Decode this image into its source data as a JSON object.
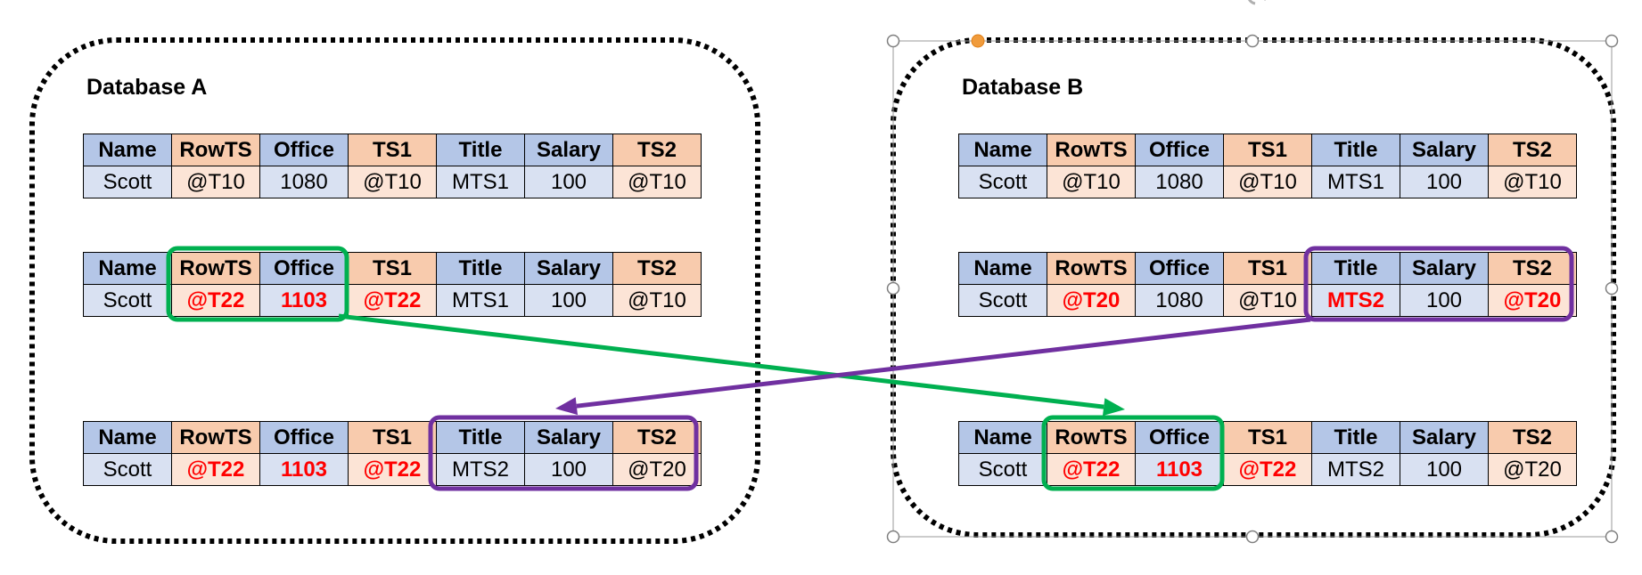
{
  "colors": {
    "header_blue": "#b4c6e7",
    "header_orange": "#f8cbad",
    "cell_blue": "#d9e1f2",
    "cell_orange": "#fce4d6",
    "changed_text": "#ff0000",
    "green_highlight": "#00b050",
    "purple_highlight": "#7030a0"
  },
  "databases": [
    {
      "title": "Database A",
      "tables": [
        {
          "headers": [
            "Name",
            "RowTS",
            "Office",
            "TS1",
            "Title",
            "Salary",
            "TS2"
          ],
          "values": [
            "Scott",
            "@T10",
            "1080",
            "@T10",
            "MTS1",
            "100",
            "@T10"
          ],
          "changed": []
        },
        {
          "headers": [
            "Name",
            "RowTS",
            "Office",
            "TS1",
            "Title",
            "Salary",
            "TS2"
          ],
          "values": [
            "Scott",
            "@T22",
            "1103",
            "@T22",
            "MTS1",
            "100",
            "@T10"
          ],
          "changed": [
            1,
            2,
            3
          ]
        },
        {
          "headers": [
            "Name",
            "RowTS",
            "Office",
            "TS1",
            "Title",
            "Salary",
            "TS2"
          ],
          "values": [
            "Scott",
            "@T22",
            "1103",
            "@T22",
            "MTS2",
            "100",
            "@T20"
          ],
          "changed": [
            1,
            2,
            3
          ]
        }
      ]
    },
    {
      "title": "Database B",
      "tables": [
        {
          "headers": [
            "Name",
            "RowTS",
            "Office",
            "TS1",
            "Title",
            "Salary",
            "TS2"
          ],
          "values": [
            "Scott",
            "@T10",
            "1080",
            "@T10",
            "MTS1",
            "100",
            "@T10"
          ],
          "changed": []
        },
        {
          "headers": [
            "Name",
            "RowTS",
            "Office",
            "TS1",
            "Title",
            "Salary",
            "TS2"
          ],
          "values": [
            "Scott",
            "@T20",
            "1080",
            "@T10",
            "MTS2",
            "100",
            "@T20"
          ],
          "changed": [
            1,
            4,
            6
          ]
        },
        {
          "headers": [
            "Name",
            "RowTS",
            "Office",
            "TS1",
            "Title",
            "Salary",
            "TS2"
          ],
          "values": [
            "Scott",
            "@T22",
            "1103",
            "@T22",
            "MTS2",
            "100",
            "@T20"
          ],
          "changed": [
            1,
            2,
            3
          ]
        }
      ]
    }
  ]
}
